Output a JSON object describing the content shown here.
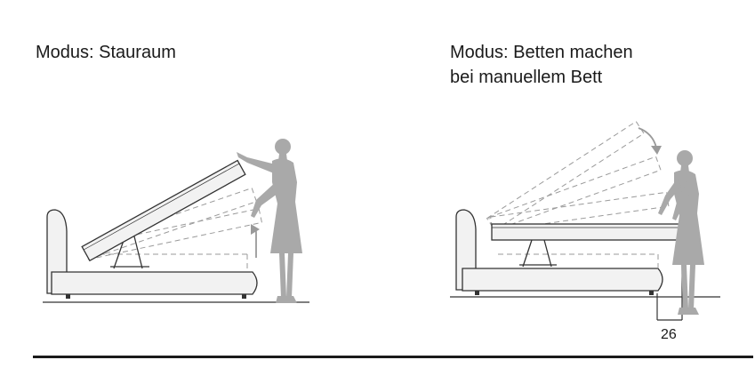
{
  "panels": [
    {
      "title": "Modus: Stauraum"
    },
    {
      "title_line1": "Modus: Betten machen",
      "title_line2": "bei manuellem Bett",
      "dimension": "26"
    }
  ],
  "colors": {
    "outline": "#333333",
    "bed_fill": "#f2f2f2",
    "person": "#a9a9a9",
    "dashed": "#9a9a9a",
    "text": "#1a1a1a"
  }
}
